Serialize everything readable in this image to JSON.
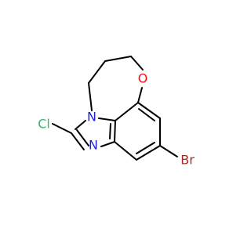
{
  "molecule": {
    "atoms": {
      "chlorine": {
        "symbol": "Cl",
        "color": "#3cb371"
      },
      "nitrogen_imine": {
        "symbol": "N",
        "color": "#1f1fe0"
      },
      "nitrogen_ring": {
        "symbol": "N",
        "color": "#1f1fe0"
      },
      "oxygen": {
        "symbol": "O",
        "color": "#ff0d0d"
      },
      "bromine": {
        "symbol": "Br",
        "color": "#a62929"
      }
    }
  }
}
